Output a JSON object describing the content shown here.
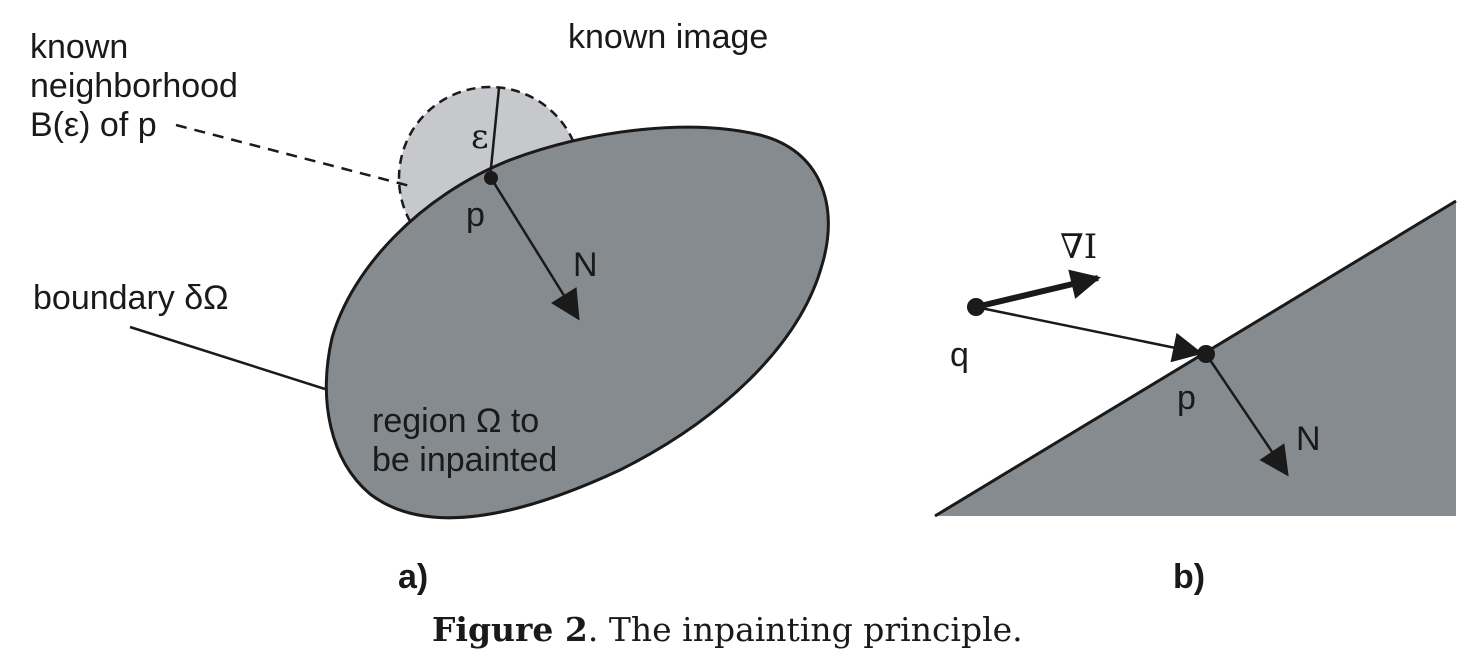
{
  "panel_a": {
    "label_known_image": "known image",
    "label_neighborhood_line1": "known",
    "label_neighborhood_line2": "neighborhood",
    "label_neighborhood_line3": "B(ε) of p",
    "label_epsilon": "ε",
    "label_p": "p",
    "label_N": "N",
    "label_boundary": "boundary δΩ",
    "label_region_line1": "region Ω to",
    "label_region_line2": "be inpainted",
    "panel_label": "a)"
  },
  "panel_b": {
    "label_gradient": "∇I",
    "label_q": "q",
    "label_p": "p",
    "label_N": "N",
    "panel_label": "b)"
  },
  "caption": {
    "figure_number": "Figure 2",
    "text": ". The inpainting principle."
  },
  "colors": {
    "region_fill": "#868b8f",
    "neighborhood_fill": "#c6c8cc",
    "stroke": "#1a1a1a"
  }
}
